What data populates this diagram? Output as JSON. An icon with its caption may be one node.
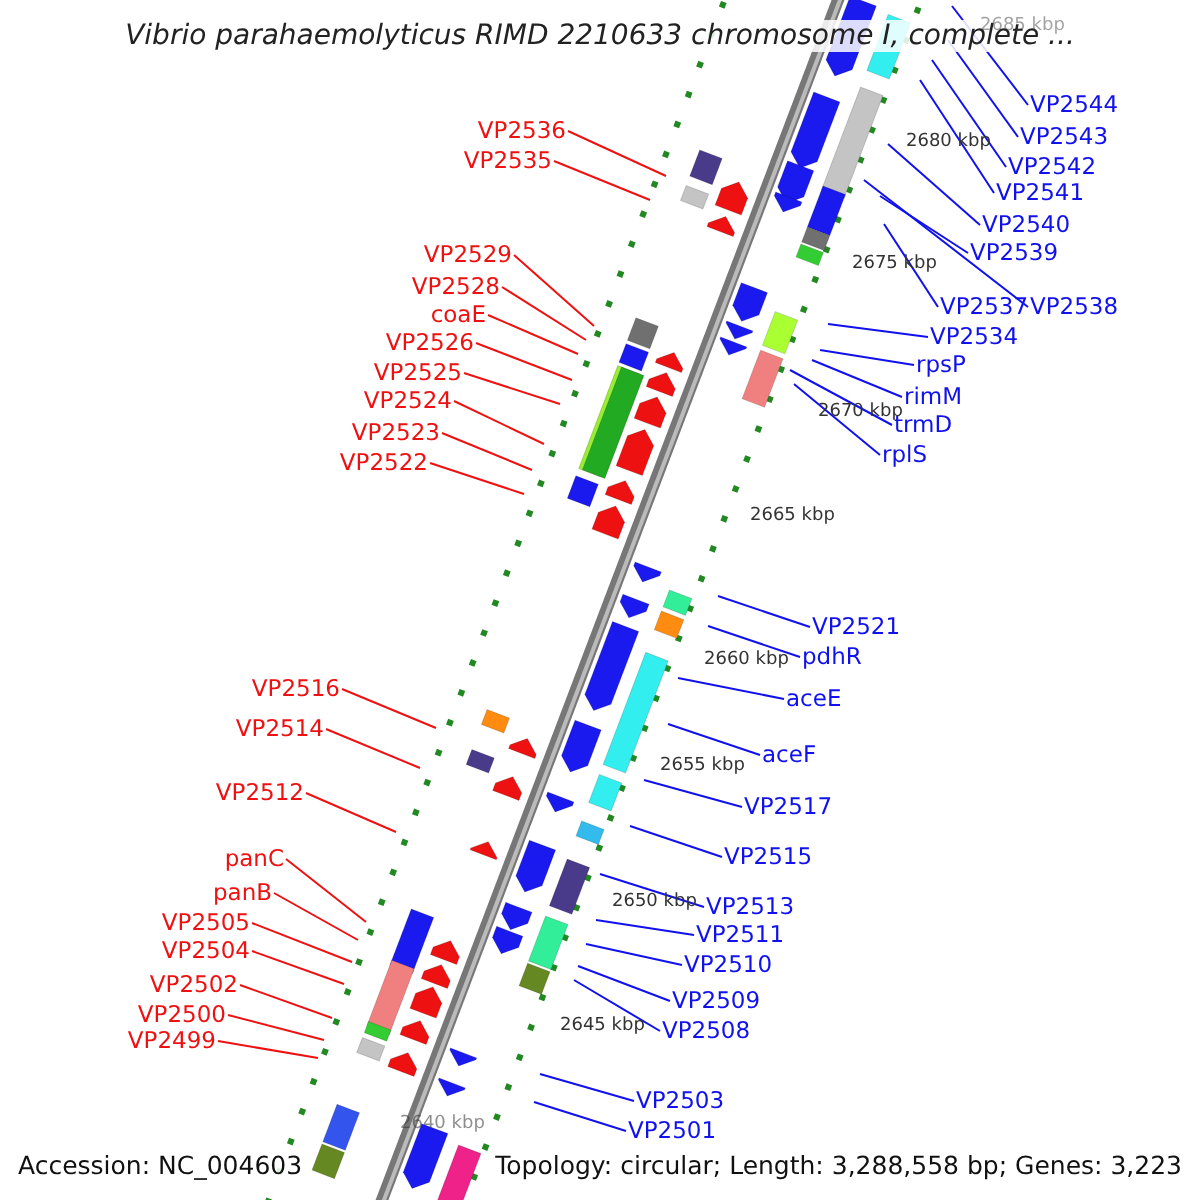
{
  "diagram": {
    "title": "Vibrio parahaemolyticus RIMD 2210633 chromosome I, complete ...",
    "nodes": [
      {
        "text": [
          "VP2536"
        ]
      },
      {
        "text": [
          "VP2535"
        ]
      },
      {
        "text": [
          "VP2529"
        ]
      },
      {
        "text": [
          "VP2528"
        ]
      },
      {
        "text": [
          "coaE"
        ]
      },
      {
        "text": [
          "VP2526"
        ]
      },
      {
        "text": [
          "VP2525"
        ]
      },
      {
        "text": [
          "VP2524"
        ]
      },
      {
        "text": [
          "VP2523"
        ]
      },
      {
        "text": [
          "VP2522"
        ]
      },
      {
        "text": [
          "VP2516"
        ]
      },
      {
        "text": [
          "VP2514"
        ]
      },
      {
        "text": [
          "VP2512"
        ]
      },
      {
        "text": [
          "panC"
        ]
      },
      {
        "text": [
          "panB"
        ]
      },
      {
        "text": [
          "VP2505"
        ]
      },
      {
        "text": [
          "VP2504"
        ]
      },
      {
        "text": [
          "VP2502"
        ]
      },
      {
        "text": [
          "VP2500"
        ]
      },
      {
        "text": [
          "VP2499"
        ]
      },
      {
        "text": [
          "VP2544"
        ]
      },
      {
        "text": [
          "VP2543"
        ]
      },
      {
        "text": [
          "VP2542"
        ]
      },
      {
        "text": [
          "VP2541"
        ]
      },
      {
        "text": [
          "VP2540"
        ]
      },
      {
        "text": [
          "VP2539"
        ]
      },
      {
        "text": [
          "VP2537"
        ]
      },
      {
        "text": [
          "VP2538"
        ]
      },
      {
        "text": [
          "VP2534"
        ]
      },
      {
        "text": [
          "rpsP"
        ]
      },
      {
        "text": [
          "rimM"
        ]
      },
      {
        "text": [
          "trmD"
        ]
      },
      {
        "text": [
          "rplS"
        ]
      },
      {
        "text": [
          "VP2521"
        ]
      },
      {
        "text": [
          "pdhR"
        ]
      },
      {
        "text": [
          "aceE"
        ]
      },
      {
        "text": [
          "aceF"
        ]
      },
      {
        "text": [
          "VP2517"
        ]
      },
      {
        "text": [
          "VP2515"
        ]
      },
      {
        "text": [
          "VP2513"
        ]
      },
      {
        "text": [
          "VP2511"
        ]
      },
      {
        "text": [
          "VP2510"
        ]
      },
      {
        "text": [
          "VP2509"
        ]
      },
      {
        "text": [
          "VP2508"
        ]
      },
      {
        "text": [
          "VP2503"
        ]
      },
      {
        "text": [
          "VP2501"
        ]
      }
    ],
    "edges": [
      {
        "from": 0,
        "to": null,
        "arrow": "none",
        "color": "#ee1111"
      },
      {
        "from": 1,
        "to": null,
        "arrow": "none",
        "color": "#ee1111"
      },
      {
        "from": 2,
        "to": null,
        "arrow": "none",
        "color": "#ee1111"
      },
      {
        "from": 3,
        "to": null,
        "arrow": "none",
        "color": "#ee1111"
      },
      {
        "from": 4,
        "to": null,
        "arrow": "none",
        "color": "#ee1111"
      },
      {
        "from": 5,
        "to": null,
        "arrow": "none",
        "color": "#ee1111"
      },
      {
        "from": 6,
        "to": null,
        "arrow": "none",
        "color": "#ee1111"
      },
      {
        "from": 7,
        "to": null,
        "arrow": "none",
        "color": "#ee1111"
      },
      {
        "from": 8,
        "to": null,
        "arrow": "none",
        "color": "#ee1111"
      },
      {
        "from": 9,
        "to": null,
        "arrow": "none",
        "color": "#ee1111"
      },
      {
        "from": 10,
        "to": null,
        "arrow": "none",
        "color": "#ee1111"
      },
      {
        "from": 11,
        "to": null,
        "arrow": "none",
        "color": "#ee1111"
      },
      {
        "from": 12,
        "to": null,
        "arrow": "none",
        "color": "#ee1111"
      },
      {
        "from": 13,
        "to": null,
        "arrow": "none",
        "color": "#ee1111"
      },
      {
        "from": 14,
        "to": null,
        "arrow": "none",
        "color": "#ee1111"
      },
      {
        "from": 15,
        "to": null,
        "arrow": "none",
        "color": "#ee1111"
      },
      {
        "from": 16,
        "to": null,
        "arrow": "none",
        "color": "#ee1111"
      },
      {
        "from": 17,
        "to": null,
        "arrow": "none",
        "color": "#ee1111"
      },
      {
        "from": 18,
        "to": null,
        "arrow": "none",
        "color": "#ee1111"
      },
      {
        "from": 19,
        "to": null,
        "arrow": "none",
        "color": "#ee1111"
      },
      {
        "from": 20,
        "to": null,
        "arrow": "none"
      },
      {
        "from": 21,
        "to": null,
        "arrow": "none"
      },
      {
        "from": 22,
        "to": null,
        "arrow": "none"
      },
      {
        "from": 23,
        "to": null,
        "arrow": "none"
      },
      {
        "from": 24,
        "to": null,
        "arrow": "none"
      },
      {
        "from": 25,
        "to": null,
        "arrow": "none"
      },
      {
        "from": 26,
        "to": null,
        "arrow": "none"
      },
      {
        "from": 27,
        "to": null,
        "arrow": "none"
      },
      {
        "from": 28,
        "to": null,
        "arrow": "none"
      },
      {
        "from": 29,
        "to": null,
        "arrow": "none"
      },
      {
        "from": 30,
        "to": null,
        "arrow": "none"
      },
      {
        "from": 31,
        "to": null,
        "arrow": "none"
      },
      {
        "from": 32,
        "to": null,
        "arrow": "none"
      },
      {
        "from": 33,
        "to": null,
        "arrow": "none"
      },
      {
        "from": 34,
        "to": null,
        "arrow": "none"
      },
      {
        "from": 35,
        "to": null,
        "arrow": "none"
      },
      {
        "from": 36,
        "to": null,
        "arrow": "none"
      },
      {
        "from": 37,
        "to": null,
        "arrow": "none"
      },
      {
        "from": 38,
        "to": null,
        "arrow": "none"
      },
      {
        "from": 39,
        "to": null,
        "arrow": "none"
      },
      {
        "from": 40,
        "to": null,
        "arrow": "none"
      },
      {
        "from": 41,
        "to": null,
        "arrow": "none"
      },
      {
        "from": 42,
        "to": null,
        "arrow": "none"
      },
      {
        "from": 43,
        "to": null,
        "arrow": "none"
      },
      {
        "from": 44,
        "to": null,
        "arrow": "none"
      },
      {
        "from": 45,
        "to": null,
        "arrow": "none"
      }
    ],
    "labels": [
      "2685 kbp",
      "2680 kbp",
      "2675 kbp",
      "2670 kbp",
      "2665 kbp",
      "2660 kbp",
      "2655 kbp",
      "2650 kbp",
      "2645 kbp",
      "2640 kbp",
      "Accession: NC_004603",
      "Topology: circular; Length: 3,288,558 bp; Genes: 3,223"
    ]
  }
}
